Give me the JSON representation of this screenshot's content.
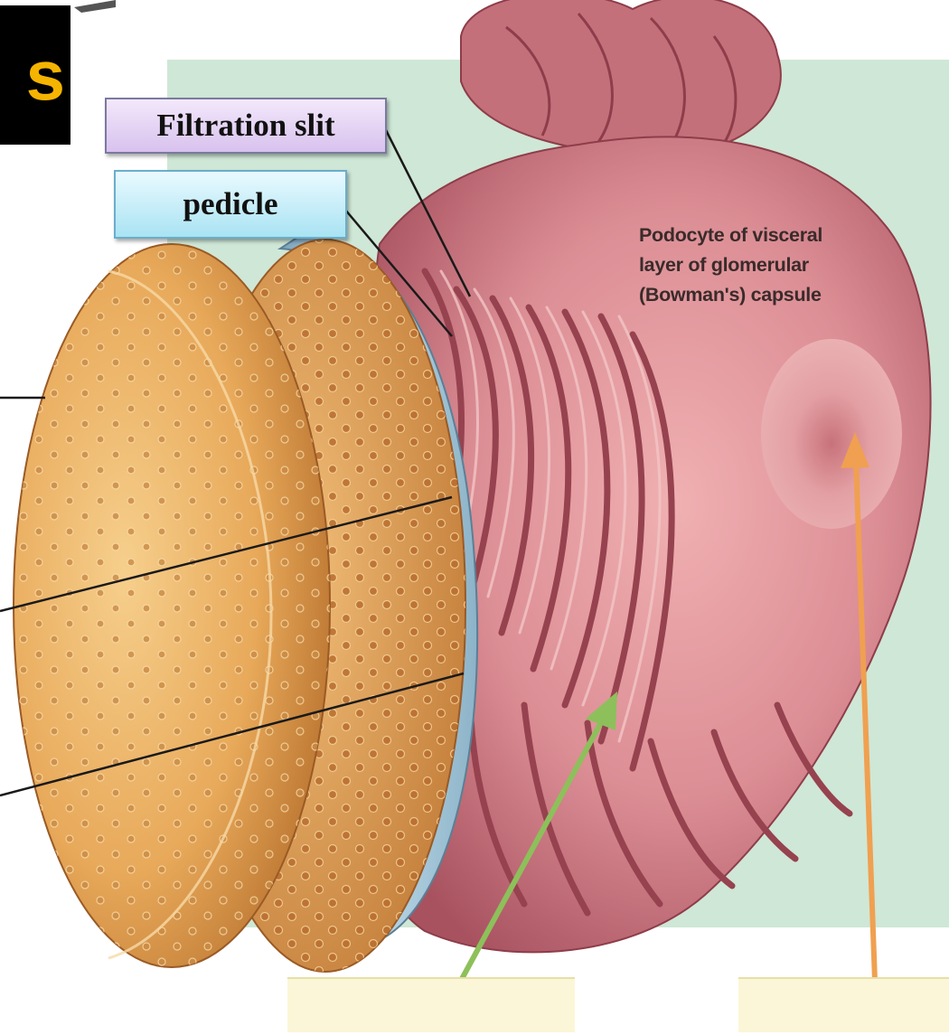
{
  "corner_box": {
    "text": "s"
  },
  "labels": {
    "filtration_slit": "Filtration slit",
    "pedicle": "pedicle",
    "podocyte": [
      "Podocyte of visceral",
      "layer of glomerular",
      "(Bowman's) capsule"
    ]
  },
  "colors": {
    "background_green": "#cfe7d6",
    "podocyte_pink": "#d9848c",
    "basement_membrane_blue": "#9fc2d6",
    "endothelium_orange": "#e8a95a",
    "arrow_green": "#8dc05a",
    "arrow_orange": "#f0a050"
  }
}
